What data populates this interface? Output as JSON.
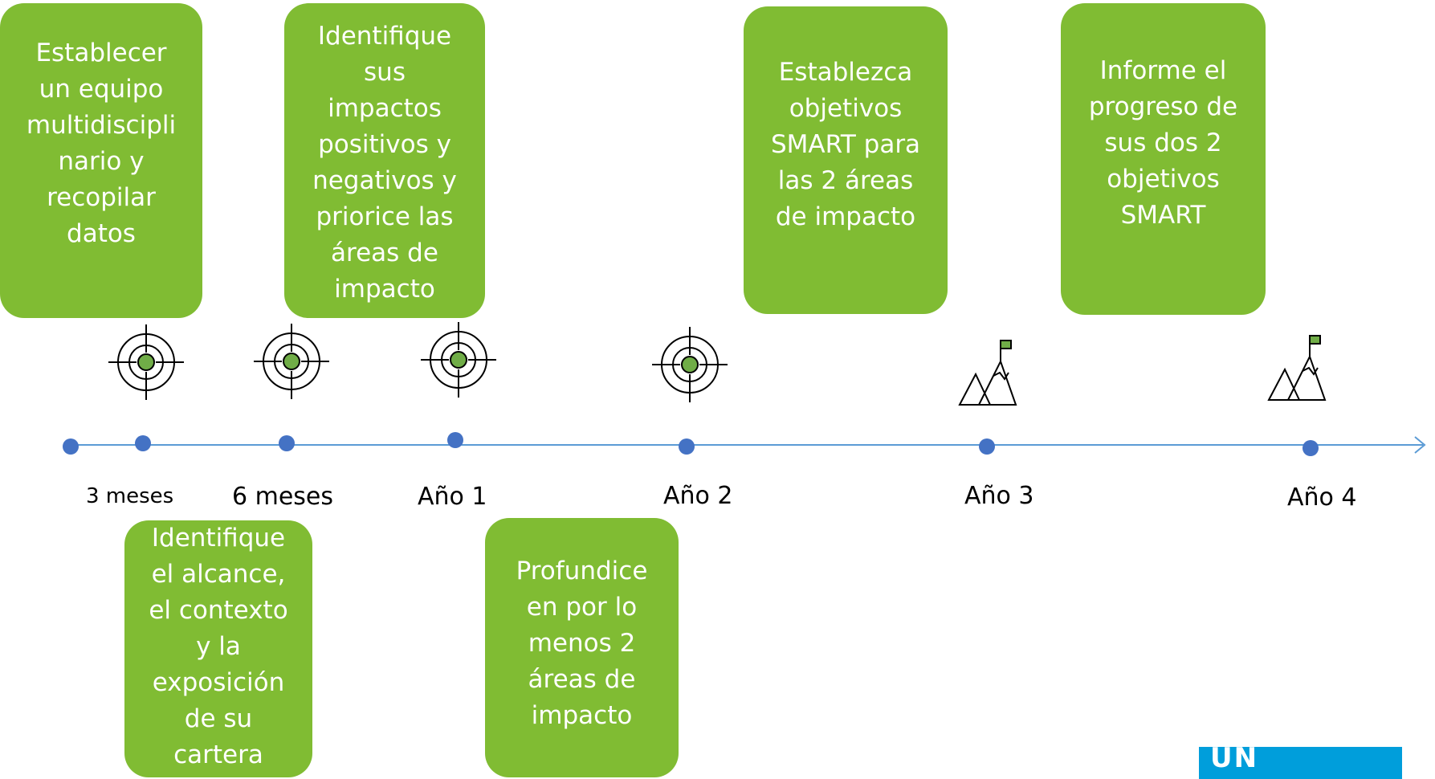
{
  "steps": [
    {
      "text": "Establecer\nun equipo\nmultidiscipli\nnario y\nrecopilar\ndatos"
    },
    {
      "text": "Identifique\nel alcance,\nel contexto\ny la\nexposición\nde su\ncartera"
    },
    {
      "text": "Identifique\nsus\nimpactos\npositivos y\nnegativos y\npriorice las\náreas de\nimpacto"
    },
    {
      "text": "Profundice\nen por lo\nmenos 2\náreas de\nimpacto"
    },
    {
      "text": "Establezca\nobjetivos\nSMART para\nlas 2 áreas\nde impacto"
    },
    {
      "text": "Informe el\nprogreso de\nsus dos 2\nobjetivos\nSMART"
    }
  ],
  "timeline": {
    "labels": [
      "3 meses",
      "6 meses",
      "Año 1",
      "Año 2",
      "Año 3",
      "Año 4"
    ],
    "line_color": "#5b9bd5",
    "dot_color": "#4472c4",
    "icons": [
      "target-icon",
      "target-icon",
      "target-icon",
      "target-icon",
      "mountain-flag-icon",
      "mountain-flag-icon"
    ]
  },
  "colors": {
    "box": "#80bc33",
    "box_text": "#ffffff",
    "target_center": "#70ad47"
  },
  "logo": {
    "text": "UN"
  }
}
